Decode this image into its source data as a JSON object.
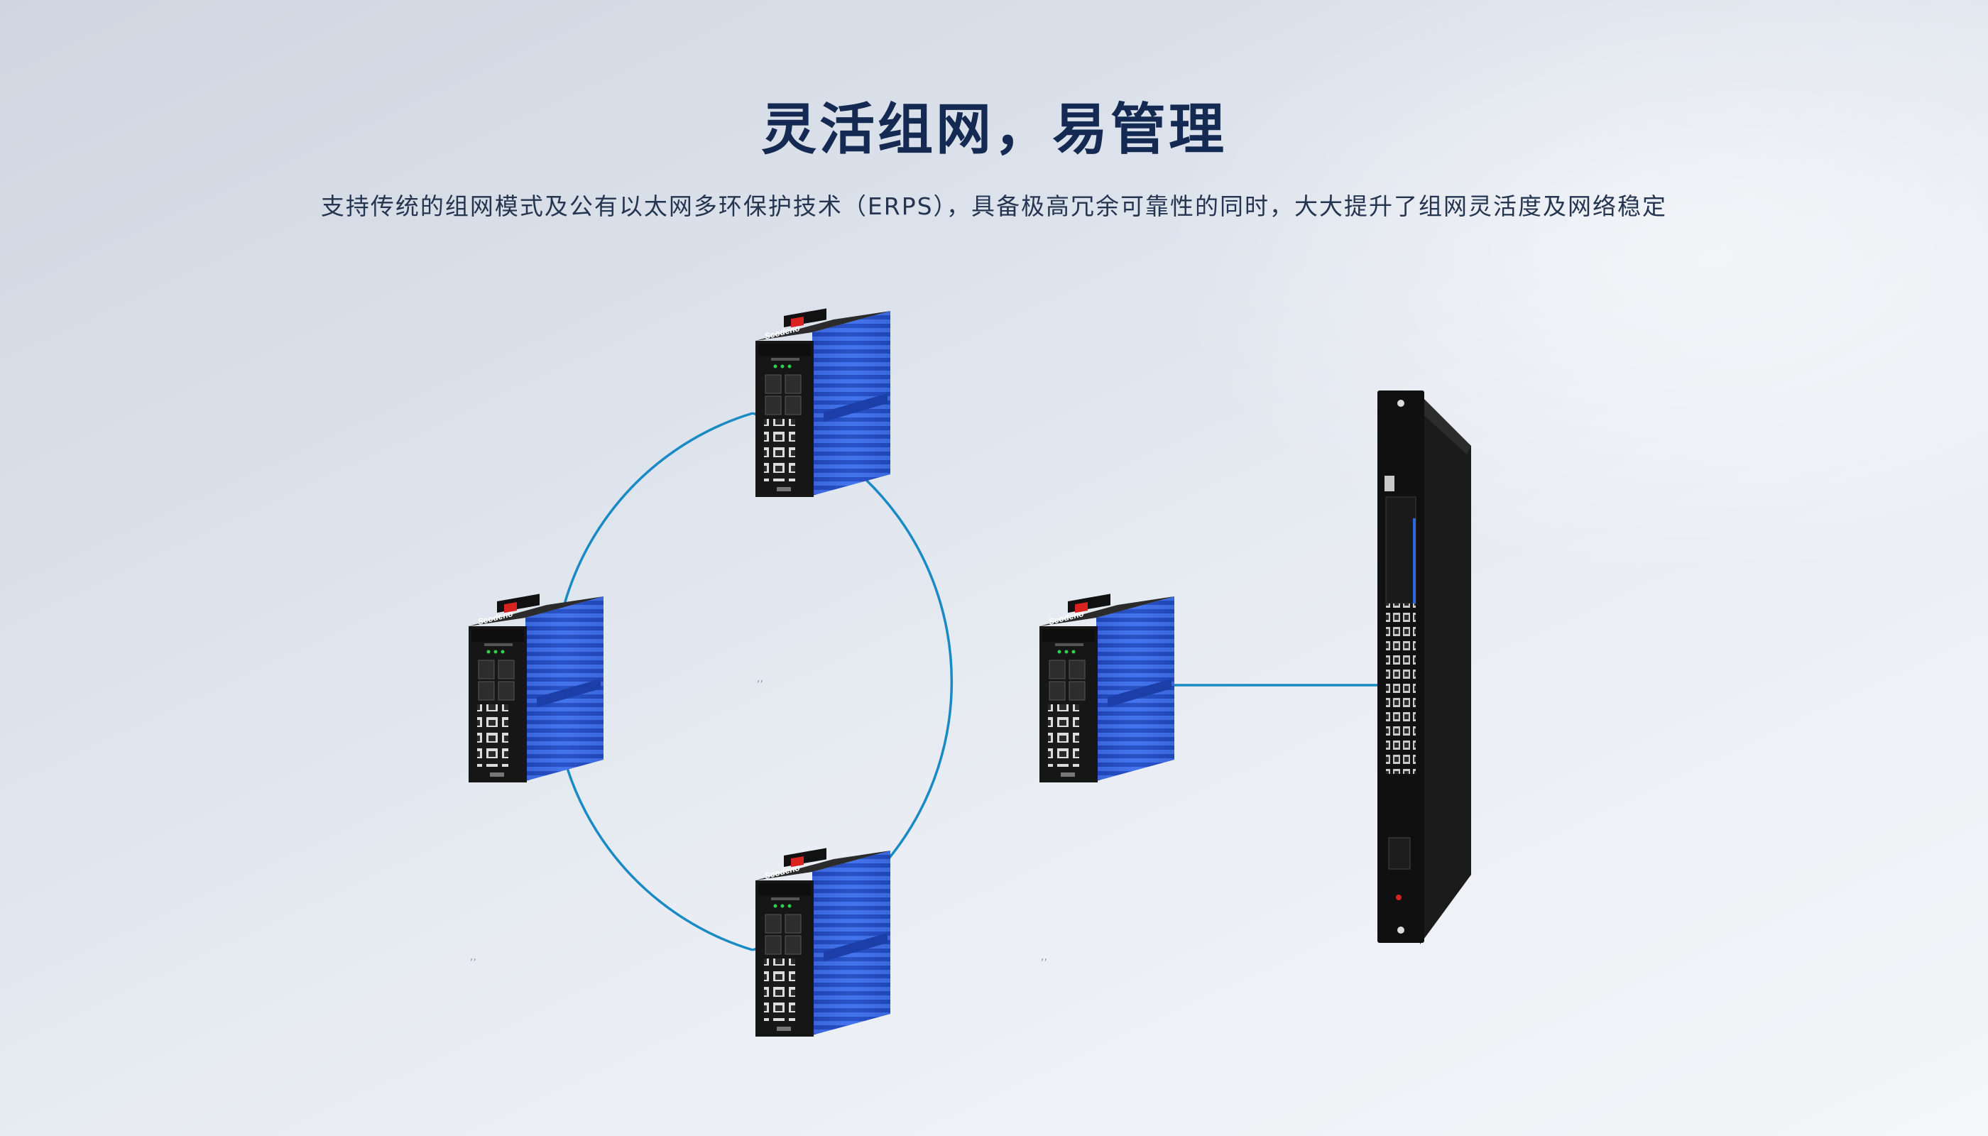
{
  "heading": {
    "title": "灵活组网，易管理",
    "subtitle": "支持传统的组网模式及公有以太网多环保护技术（ERPS），具备极高冗余可靠性的同时，大大提升了组网灵活度及网络稳定"
  },
  "device": {
    "brand": "Scodeno"
  },
  "colors": {
    "ring": "#1a8ac4",
    "title": "#152a52",
    "switch_body": "#2f5cd8"
  },
  "icons": [
    "industrial-switch-icon",
    "rack-switch-icon"
  ]
}
